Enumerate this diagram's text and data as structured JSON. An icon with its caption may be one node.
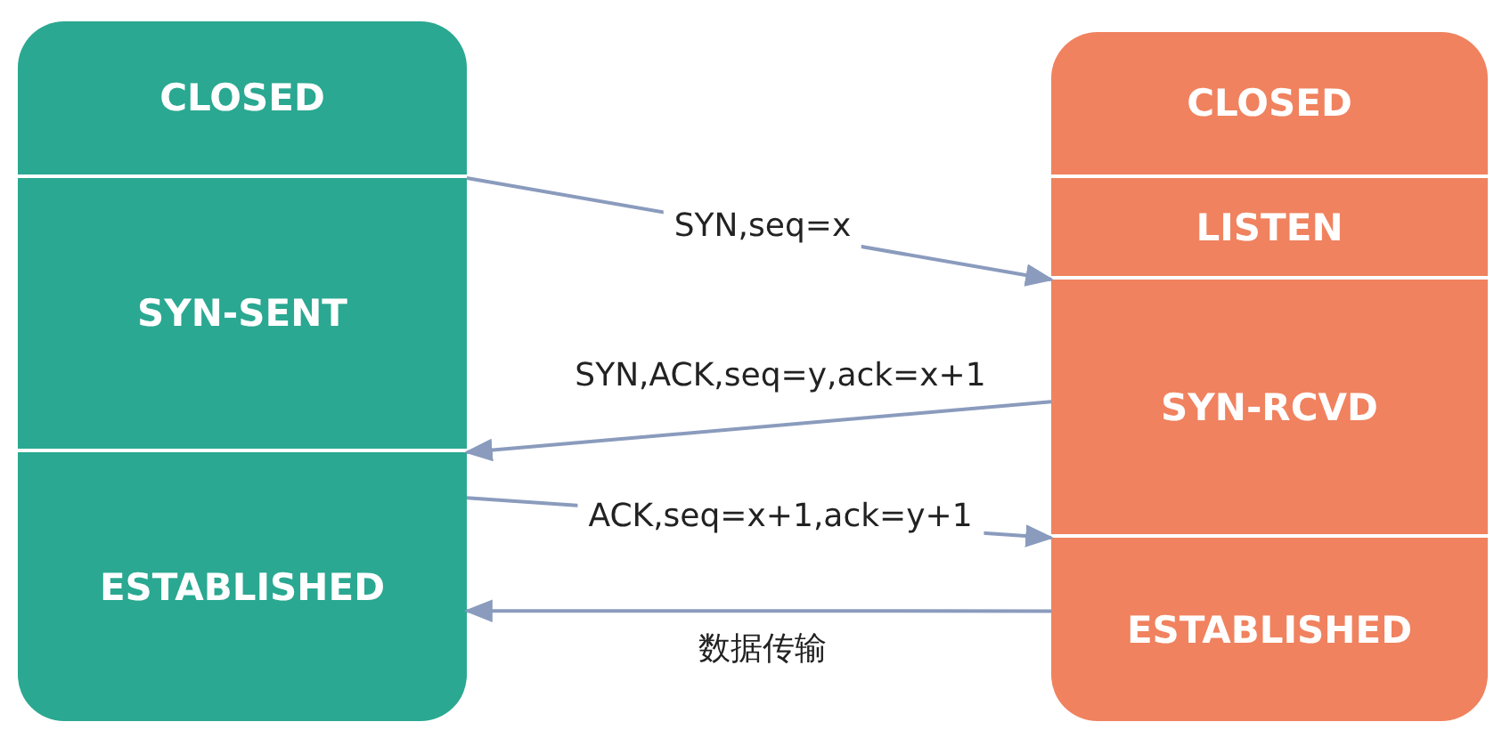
{
  "diagram": {
    "nodes": [
      {
        "text": [
          "CLOSED"
        ]
      },
      {
        "text": [
          "SYN-SENT"
        ]
      },
      {
        "text": [
          "ESTABLISHED"
        ]
      },
      {
        "text": [
          "CLOSED"
        ]
      },
      {
        "text": [
          "LISTEN"
        ]
      },
      {
        "text": [
          "SYN-RCVD"
        ]
      },
      {
        "text": [
          "ESTABLISHED"
        ]
      }
    ],
    "edges": [
      {
        "from": 1,
        "to": 5,
        "arrow": "to",
        "label": "SYN,seq=x"
      },
      {
        "from": 5,
        "to": 2,
        "arrow": "to",
        "label": "SYN,ACK,seq=y,ack=x+1"
      },
      {
        "from": 2,
        "to": 6,
        "arrow": "to",
        "label": "ACK,seq=x+1,ack=y+1"
      },
      {
        "from": 6,
        "to": 2,
        "arrow": "to",
        "label": "数据传输"
      }
    ]
  }
}
